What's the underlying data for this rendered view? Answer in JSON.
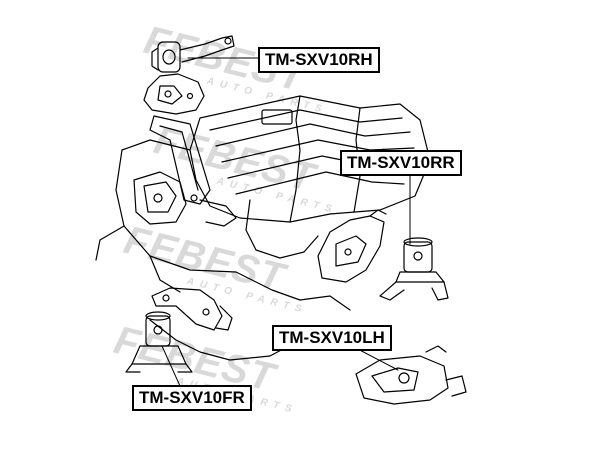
{
  "labels": {
    "rh": "TM-SXV10RH",
    "rr": "TM-SXV10RR",
    "lh": "TM-SXV10LH",
    "fr": "TM-SXV10FR"
  },
  "watermark": {
    "brand": "FEBEST",
    "tagline": "AUTO PARTS"
  },
  "colors": {
    "line": "#000000",
    "watermark": "#d9d9d9",
    "background": "#ffffff"
  }
}
